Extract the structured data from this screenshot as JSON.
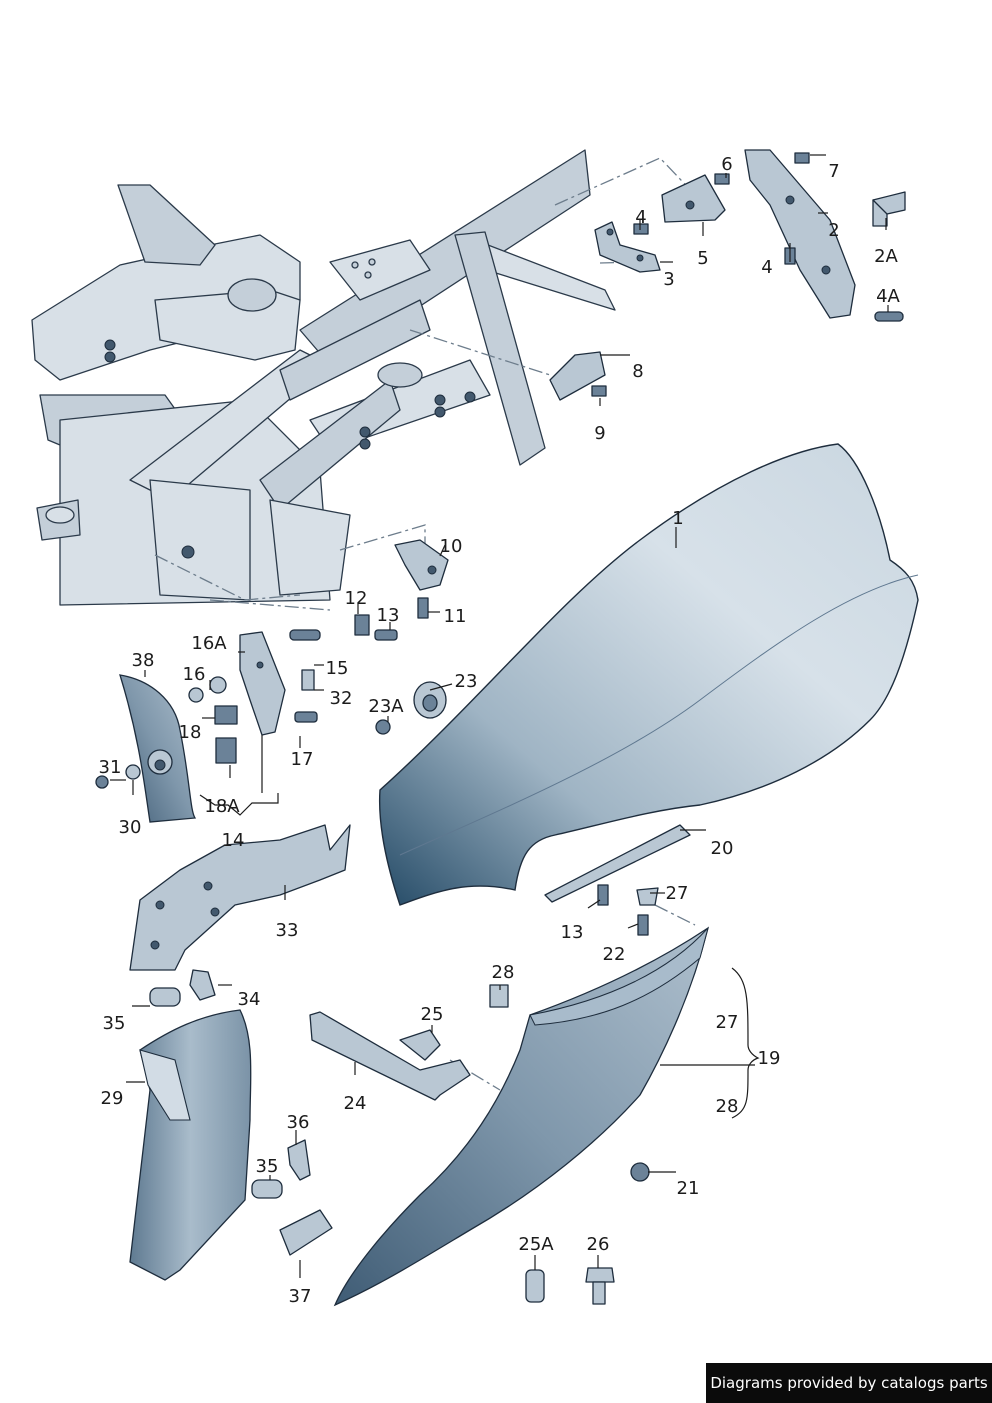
{
  "credit_text": "Diagrams provided by catalogs parts",
  "callouts": {
    "c1": "1",
    "c2": "2",
    "c2A": "2A",
    "c3": "3",
    "c4a": "4",
    "c4b": "4",
    "c4A": "4A",
    "c5": "5",
    "c6": "6",
    "c7": "7",
    "c8": "8",
    "c9": "9",
    "c10": "10",
    "c11": "11",
    "c12": "12",
    "c13a": "13",
    "c13b": "13",
    "c14": "14",
    "c15": "15",
    "c16": "16",
    "c16A": "16A",
    "c17": "17",
    "c18": "18",
    "c18A": "18A",
    "c19": "19",
    "c20": "20",
    "c21": "21",
    "c22": "22",
    "c23": "23",
    "c23A": "23A",
    "c24": "24",
    "c25": "25",
    "c25A": "25A",
    "c26": "26",
    "c27a": "27",
    "c27b": "27",
    "c28a": "28",
    "c28b": "28",
    "c29": "29",
    "c30": "30",
    "c31": "31",
    "c32": "32",
    "c33": "33",
    "c34": "34",
    "c35a": "35",
    "c35b": "35",
    "c36": "36",
    "c37": "37",
    "c38": "38"
  },
  "colors": {
    "frame_fill": "#d8e0e7",
    "panel_fill": "#c3d1dc",
    "panel_dark": "#244a66",
    "part_fill": "#b9c7d3",
    "line": "#1c1c1c",
    "credit_bg": "#0b0b0b",
    "credit_text": "#ffffff"
  }
}
